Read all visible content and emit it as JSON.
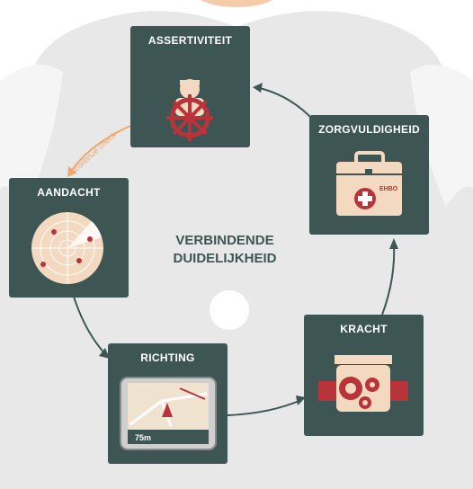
{
  "diagram": {
    "center_title_line1": "VERBINDENDE",
    "center_title_line2": "DUIDELIJKHEID",
    "arc_label": "continue check",
    "colors": {
      "card": "#3d5653",
      "backdrop": "#e8e8e8",
      "accent_red": "#b8333a",
      "cream": "#f3d9bf",
      "arrow_orange": "#f0a870",
      "text_dark": "#3d5653"
    },
    "cards": [
      {
        "id": "assertiviteit",
        "label": "ASSERTIVITEIT",
        "icon": "captain-wheel-icon"
      },
      {
        "id": "zorgvuldigheid",
        "label": "ZORGVULDIGHEID",
        "icon": "first-aid-kit-icon",
        "icon_text": "EHBO"
      },
      {
        "id": "kracht",
        "label": "KRACHT",
        "icon": "engine-icon"
      },
      {
        "id": "richting",
        "label": "RICHTING",
        "icon": "gps-navigator-icon",
        "icon_text": "75m"
      },
      {
        "id": "aandacht",
        "label": "AANDACHT",
        "icon": "radar-icon"
      }
    ]
  }
}
